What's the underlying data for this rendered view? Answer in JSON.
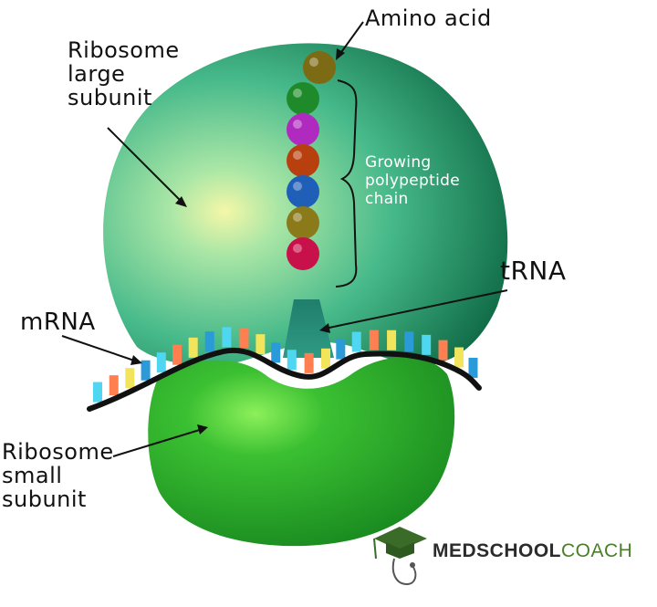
{
  "labels": {
    "amino_acid": "Amino acid",
    "ribosome_large": [
      "Ribosome",
      "large",
      "subunit"
    ],
    "growing_chain": [
      "Growing",
      "polypeptide",
      "chain"
    ],
    "trna": "tRNA",
    "mrna": "mRNA",
    "ribosome_small": [
      "Ribosome",
      "small",
      "subunit"
    ]
  },
  "logo": {
    "part1": "MEDSCHOOL",
    "part2": "COACH",
    "color1": "#2b2b2b",
    "color2": "#4a7d2a"
  },
  "colors": {
    "large_subunit": "#3fae6e",
    "small_subunit": "#2fae2f",
    "trna": "#2a8a7a",
    "amino_acids": [
      "#7d6a14",
      "#1f8a2a",
      "#b02ac0",
      "#b8400f",
      "#1f5fb8",
      "#8a7a1a",
      "#c8104a"
    ],
    "codons": [
      "#4fd6f0",
      "#ff7f50",
      "#f2e55c",
      "#2a9ad8"
    ]
  }
}
